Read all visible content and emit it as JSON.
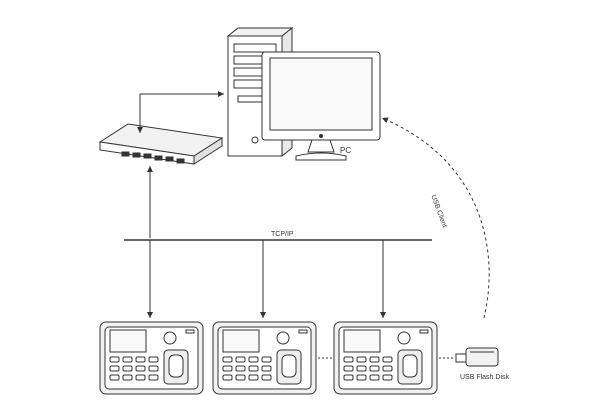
{
  "labels": {
    "pc": "PC",
    "network": "TCP/IP",
    "usb_client": "USB Client",
    "usb_flash_disk": "USB Flash Disk"
  },
  "icons": {
    "computer": "desktop-pc-icon",
    "switch": "network-switch-icon",
    "terminal": "fingerprint-terminal-icon",
    "usb": "usb-flash-disk-icon"
  },
  "terminal_count": 3,
  "colors": {
    "line": "#333333",
    "fill": "#ffffff",
    "shade": "#e8e8e8"
  }
}
